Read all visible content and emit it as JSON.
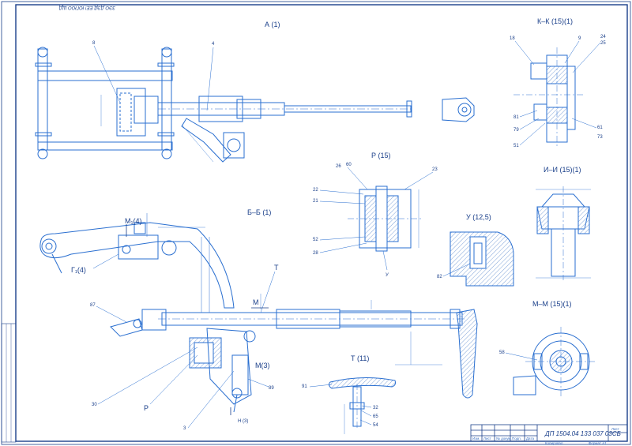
{
  "colors": {
    "line": "#2a6fd0",
    "dark": "#1a3f8a",
    "hatch": "#7fa3d8",
    "paper": "#ffffff"
  },
  "stamp_top": "ЗЭО ДЭД ЕЕ! ЮГЮО ЩД",
  "title_block": {
    "code": "ДП 1504.04 133 037 03СБ",
    "sheet_label": "Лист",
    "sheets_label": "Листов",
    "format": "Копировал",
    "format2": "Формат А1",
    "col1": "Изм.",
    "col2": "Лист",
    "col3": "№ докум.",
    "col4": "Подп.",
    "col5": "Дата"
  },
  "views": {
    "a": "А (1)",
    "kk": "К–К (15)(1)",
    "r": "Р (15)",
    "ii": "И–И (15)(1)",
    "bb": "Б–Б (1)",
    "u": "У (12,5)",
    "mm": "М–М (15)(1)",
    "t": "Т (11)"
  },
  "markers": {
    "m1": "М₁(4)",
    "g1": "Г₁(4)",
    "T": "Т",
    "M": "М",
    "M3": "М(3)",
    "H3": "Н (3)",
    "P": "Р",
    "U": "У"
  },
  "callouts": {
    "c8": "8",
    "c4": "4",
    "c18": "18",
    "c9": "9",
    "c24": "24",
    "c25": "25",
    "c81": "81",
    "c79": "79",
    "c51": "51",
    "c61": "61",
    "c73": "73",
    "c26": "26",
    "c60": "60",
    "c23": "23",
    "c22": "22",
    "c21": "21",
    "c52": "52",
    "c28": "28",
    "c82": "82",
    "c87": "87",
    "c30": "30",
    "c3": "3",
    "c89": "89",
    "c91": "91",
    "c32": "32",
    "c65": "65",
    "c54": "54",
    "c58": "58"
  }
}
